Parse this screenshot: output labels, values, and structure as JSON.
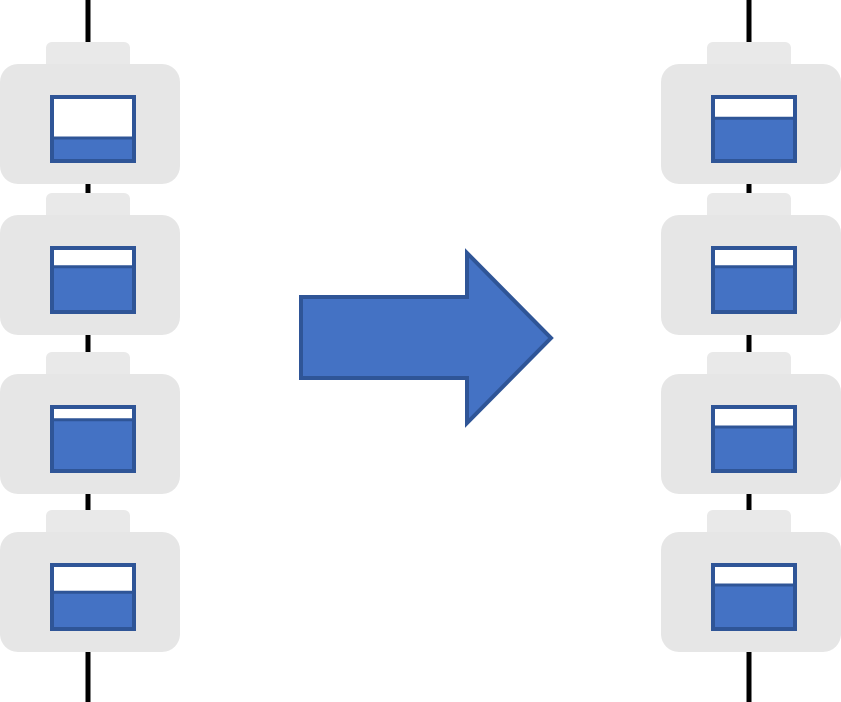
{
  "colors": {
    "background": "#ffffff",
    "line": "#000000",
    "unit_body": "#e6e6e6",
    "unit_cap": "#e9e9e9",
    "fill": "#4472c4",
    "outline": "#2f5597",
    "empty": "#ffffff",
    "arrow_fill": "#4472c4",
    "arrow_outline": "#2f5597"
  },
  "before": {
    "name": "left-column",
    "units": [
      {
        "name": "before-unit-1",
        "fill_level": 0.35
      },
      {
        "name": "before-unit-2",
        "fill_level": 0.72
      },
      {
        "name": "before-unit-3",
        "fill_level": 0.82
      },
      {
        "name": "before-unit-4",
        "fill_level": 0.58
      }
    ]
  },
  "after": {
    "name": "right-column",
    "units": [
      {
        "name": "after-unit-1",
        "fill_level": 0.68
      },
      {
        "name": "after-unit-2",
        "fill_level": 0.72
      },
      {
        "name": "after-unit-3",
        "fill_level": 0.7
      },
      {
        "name": "after-unit-4",
        "fill_level": 0.7
      }
    ]
  },
  "arrow": {
    "icon": "right-arrow-icon",
    "direction": "right"
  }
}
